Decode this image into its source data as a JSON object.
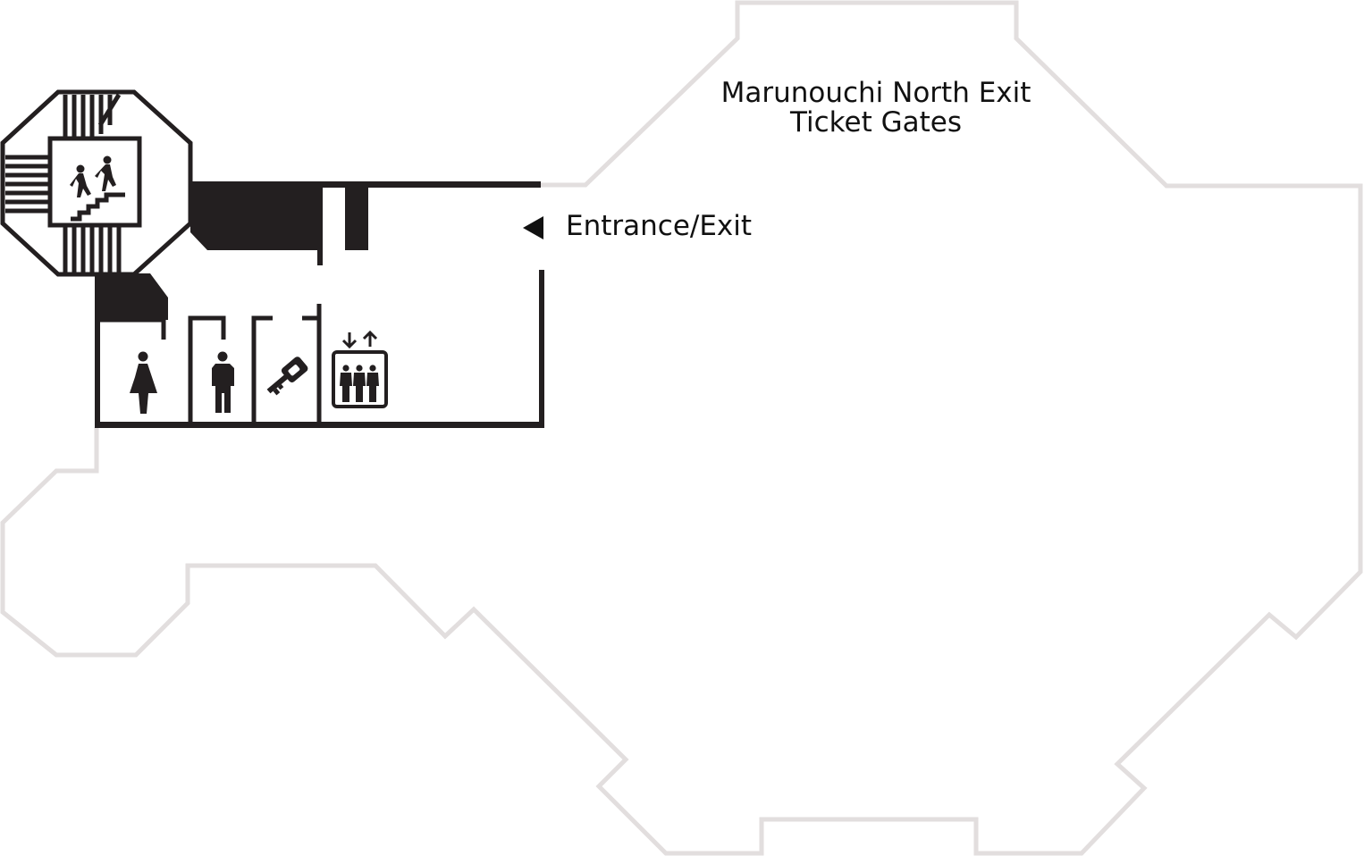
{
  "map": {
    "ticket_gates": {
      "line1": "Marunouchi North Exit",
      "line2": "Ticket Gates"
    },
    "entrance_exit_label": "Entrance/Exit",
    "facilities": [
      {
        "icon": "stairs-icon",
        "name": "Stairs"
      },
      {
        "icon": "womens-restroom-icon",
        "name": "Women's restroom"
      },
      {
        "icon": "mens-restroom-icon",
        "name": "Men's restroom"
      },
      {
        "icon": "key-icon",
        "name": "Lockers"
      },
      {
        "icon": "elevator-icon",
        "name": "Elevator"
      }
    ],
    "colors": {
      "concourse_outline": "#e2dede",
      "wall": "#231f20",
      "text": "#111111"
    }
  }
}
